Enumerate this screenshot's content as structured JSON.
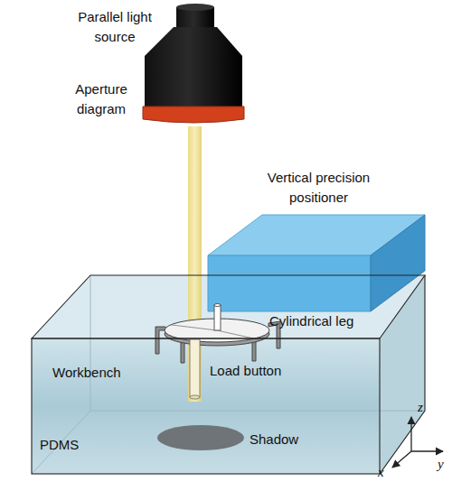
{
  "diagram": {
    "labels": [
      "Parallel light source",
      "Aperture diagram",
      "Vertical precision positioner",
      "Cylindrical leg",
      "Workbench",
      "Load button",
      "PDMS",
      "Shadow",
      "z",
      "y",
      "x"
    ]
  }
}
